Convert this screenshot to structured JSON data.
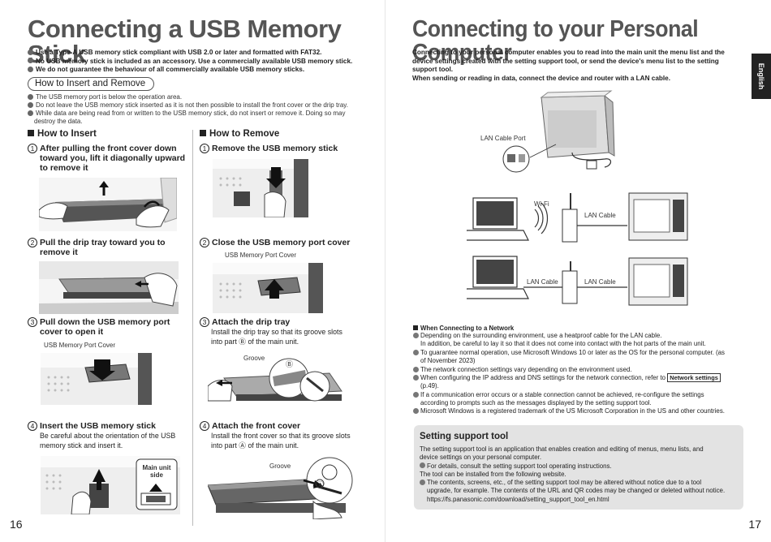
{
  "left": {
    "title": "Connecting a USB Memory Stick",
    "bullets": [
      "Use a Type-A USB memory stick compliant with USB 2.0 or later and formatted with FAT32.",
      "No USB memory stick is included as an accessory. Use a commercially available USB memory stick.",
      "We do not guarantee the behaviour of all commercially available USB memory sticks."
    ],
    "pill": "How to Insert and Remove",
    "notes": [
      "The USB memory port is below the operation area.",
      "Do not leave the USB memory stick inserted as it is not then possible to install the front cover or the drip tray.",
      "While data are being read from or written to the USB memory stick, do not insert or remove it. Doing so may",
      "destroy the data."
    ],
    "insert": {
      "heading": "How to Insert",
      "steps": [
        {
          "num": "1",
          "lines": [
            "After pulling the front cover down",
            "toward you, lift it diagonally upward",
            "to remove it"
          ]
        },
        {
          "num": "2",
          "lines": [
            "Pull the drip tray toward you to",
            "remove it"
          ]
        },
        {
          "num": "3",
          "lines": [
            "Pull down the USB memory port",
            "cover to open it"
          ],
          "label": "USB Memory Port Cover"
        },
        {
          "num": "4",
          "lines": [
            "Insert the USB memory stick"
          ],
          "sub": [
            "Be careful about the orientation of the USB",
            "memory stick and insert it."
          ],
          "label1": "Main unit",
          "label2": "side"
        }
      ]
    },
    "remove": {
      "heading": "How to Remove",
      "steps": [
        {
          "num": "1",
          "lines": [
            "Remove the USB memory stick"
          ]
        },
        {
          "num": "2",
          "lines": [
            "Close the USB memory port cover"
          ],
          "label": "USB Memory Port Cover"
        },
        {
          "num": "3",
          "lines": [
            "Attach the drip tray"
          ],
          "sub": [
            "Install the drip tray so that its groove slots",
            "into part Ⓑ of the main unit."
          ],
          "label": "Groove",
          "mark": "Ⓑ"
        },
        {
          "num": "4",
          "lines": [
            "Attach the front cover"
          ],
          "sub": [
            "Install the front cover so that its groove slots",
            "into part Ⓐ of the main unit."
          ],
          "label": "Groove",
          "mark": "Ⓐ"
        }
      ]
    },
    "page_number": "16"
  },
  "right": {
    "title": "Connecting to your Personal Computer",
    "language_tab": "English",
    "intro": [
      "Connecting to your personal computer enables you to read into the main unit the menu list and the",
      "device settings created with the setting support tool, or send the device's menu list to the setting",
      "support tool.",
      "When sending or reading in data, connect the device and router with a LAN cable."
    ],
    "diagram": {
      "lan_port_label": "LAN Cable Port",
      "wifi_label": "Wi-Fi",
      "lan_cable_label": "LAN Cable"
    },
    "network": {
      "heading": "When Connecting to a Network",
      "items": [
        {
          "lines": [
            "Depending on the surrounding environment, use a heatproof cable for the LAN cable.",
            "In addition, be careful to lay it so that it does not come into contact with the hot parts of the main unit."
          ]
        },
        {
          "lines": [
            "To guarantee normal operation, use Microsoft Windows 10 or later as the OS for the personal computer. (as",
            "of November 2023)"
          ]
        },
        {
          "lines": [
            "The network connection settings vary depending on the environment used."
          ]
        },
        {
          "lines": [
            "When configuring the IP address and DNS settings for the network connection, refer to"
          ],
          "ref": "Network settings",
          "after": "(p.49)."
        },
        {
          "lines": [
            "If a communication error occurs or a stable connection cannot be achieved, re-configure the settings",
            "according to prompts such as the messages displayed by the setting support tool."
          ]
        },
        {
          "lines": [
            "Microsoft Windows is a registered trademark of the US Microsoft Corporation in the US and other countries."
          ]
        }
      ]
    },
    "support": {
      "title": "Setting support tool",
      "lines": [
        "The setting support tool is an application that enables creation and editing of menus, menu lists, and",
        "device settings on your personal computer.",
        "For details, consult the setting support tool operating instructions.",
        "The tool can be installed from the following website.",
        "The contents, screens, etc., of the setting support tool may be altered without notice due to a tool",
        "upgrade, for example. The contents of the URL and QR codes may be changed or deleted without notice.",
        "https://fs.panasonic.com/download/setting_support_tool_en.html"
      ]
    },
    "page_number": "17"
  }
}
